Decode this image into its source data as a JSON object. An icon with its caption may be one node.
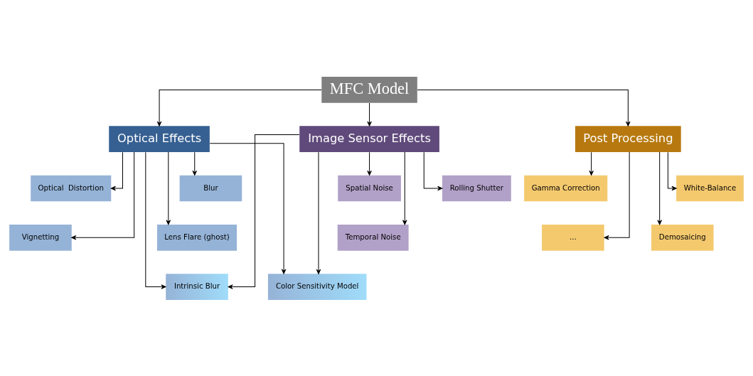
{
  "diagram": {
    "nodes": [
      {
        "text": [
          "MFC Model"
        ]
      },
      {
        "text": [
          "Optical Effects"
        ]
      },
      {
        "text": [
          "Image Sensor Effects"
        ]
      },
      {
        "text": [
          "Post Processing"
        ]
      },
      {
        "text": [
          "Optical  Distortion"
        ]
      },
      {
        "text": [
          "Blur"
        ]
      },
      {
        "text": [
          "Vignetting"
        ]
      },
      {
        "text": [
          "Lens Flare (ghost)"
        ]
      },
      {
        "text": [
          "Spatial Noise"
        ]
      },
      {
        "text": [
          "Rolling Shutter"
        ]
      },
      {
        "text": [
          "Temporal Noise"
        ]
      },
      {
        "text": [
          "White-Balance"
        ]
      },
      {
        "text": [
          "Gamma Correction"
        ]
      },
      {
        "text": [
          "Demosaicing"
        ]
      },
      {
        "text": [
          "..."
        ]
      },
      {
        "text": [
          "Intrinsic Blur"
        ]
      },
      {
        "text": [
          "Color Sensitivity Model"
        ]
      }
    ],
    "edges": [
      {
        "from": 0,
        "to": 1,
        "arrow": "to"
      },
      {
        "from": 0,
        "to": 2,
        "arrow": "to"
      },
      {
        "from": 0,
        "to": 3,
        "arrow": "to"
      },
      {
        "from": 1,
        "to": 4,
        "arrow": "to"
      },
      {
        "from": 1,
        "to": 5,
        "arrow": "to"
      },
      {
        "from": 1,
        "to": 6,
        "arrow": "to"
      },
      {
        "from": 1,
        "to": 7,
        "arrow": "to"
      },
      {
        "from": 1,
        "to": 15,
        "arrow": "to"
      },
      {
        "from": 1,
        "to": 16,
        "arrow": "to"
      },
      {
        "from": 2,
        "to": 15,
        "arrow": "to"
      },
      {
        "from": 2,
        "to": 16,
        "arrow": "to"
      },
      {
        "from": 2,
        "to": 8,
        "arrow": "to"
      },
      {
        "from": 2,
        "to": 9,
        "arrow": "to"
      },
      {
        "from": 2,
        "to": 10,
        "arrow": "to"
      },
      {
        "from": 3,
        "to": 11,
        "arrow": "to"
      },
      {
        "from": 3,
        "to": 12,
        "arrow": "to"
      },
      {
        "from": 3,
        "to": 13,
        "arrow": "to"
      },
      {
        "from": 3,
        "to": 14,
        "arrow": "to"
      }
    ]
  }
}
